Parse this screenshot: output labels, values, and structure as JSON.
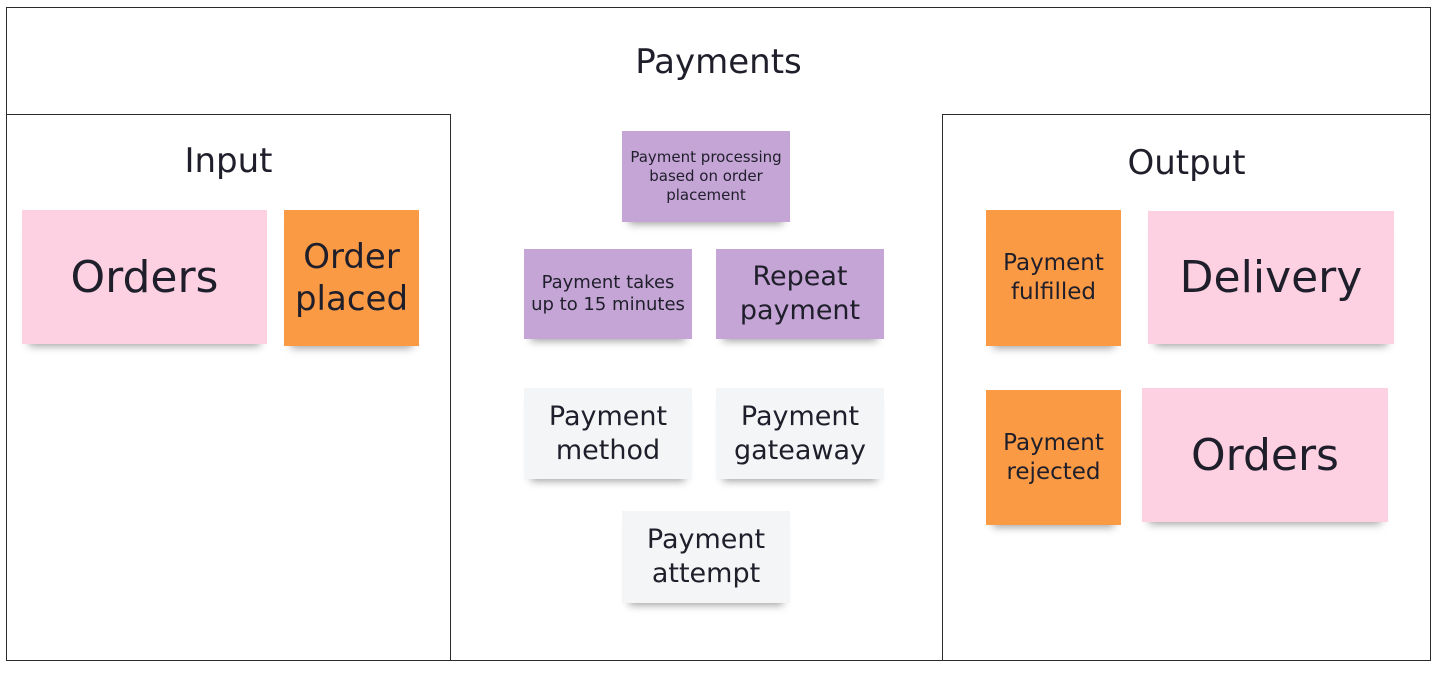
{
  "board": {
    "main_title": "Payments",
    "input_title": "Input",
    "output_title": "Output"
  },
  "colors": {
    "pink": "#fdd0e2",
    "orange": "#fb9a45",
    "purple": "#c5a4d6",
    "white": "#f4f5f7",
    "border": "#2b2b2b"
  },
  "input": {
    "orders": "Orders",
    "order_placed": "Order\nplaced"
  },
  "center": {
    "payment_processing": "Payment processing\nbased on order\nplacement",
    "payment_takes": "Payment takes\nup to 15 minutes",
    "repeat_payment": "Repeat\npayment",
    "payment_method": "Payment\nmethod",
    "payment_gateway": "Payment\ngateaway",
    "payment_attempt": "Payment\nattempt"
  },
  "output": {
    "payment_fulfilled": "Payment\nfulfilled",
    "delivery": "Delivery",
    "payment_rejected": "Payment\nrejected",
    "orders": "Orders"
  }
}
